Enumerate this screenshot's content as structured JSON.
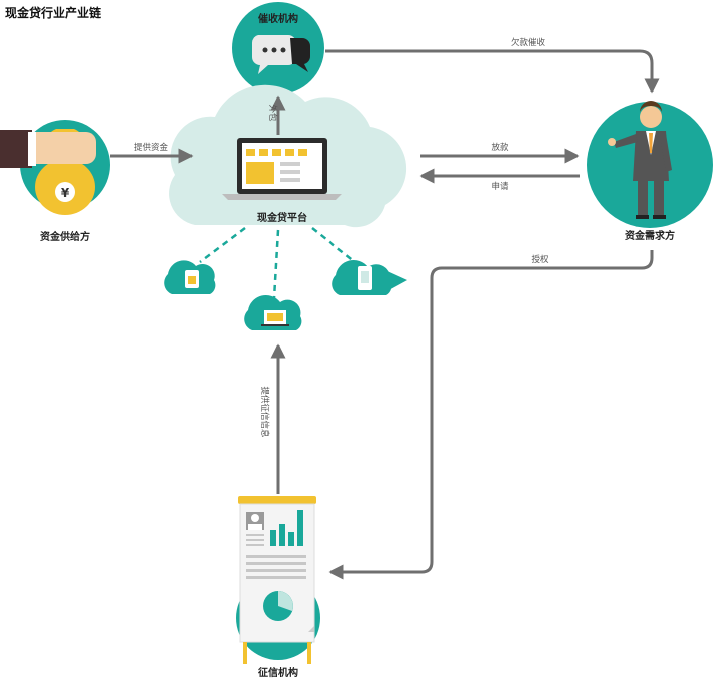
{
  "diagram": {
    "title": "现金贷行业产业链",
    "nodes": {
      "collection": "催收机构",
      "platform": "现金贷平台",
      "supplier": "资金供给方",
      "demand": "资金需求方",
      "credit": "征信机构"
    },
    "edges": {
      "outsource": "外包",
      "provide_funds": "提供资金",
      "overdue_collection": "欠款催收",
      "disburse": "放款",
      "apply": "申请",
      "authorize": "授权",
      "provide_credit_info": "提供征信信息"
    },
    "currency_symbol": "¥",
    "colors": {
      "teal": "#1aa89a",
      "cloud": "#d6ece8",
      "arrow": "#707070",
      "gold": "#f2c230",
      "suit": "#555555"
    }
  }
}
